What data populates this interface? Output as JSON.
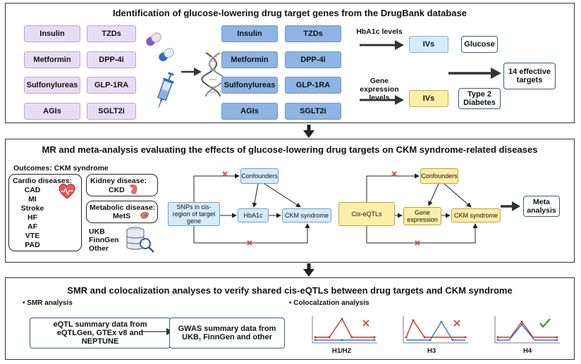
{
  "panel1": {
    "title": "Identification of glucose-lowering drug target genes from the DrugBank database",
    "drugs_col1": [
      "Insulin",
      "Metformin",
      "Sulfonylureas",
      "AGIs"
    ],
    "drugs_col2": [
      "TZDs",
      "DPP-4i",
      "GLP-1RA",
      "SGLT2i"
    ],
    "hba1c_label": "HbA1c levels",
    "gene_expr_label": "Gene expression levels",
    "ivs_top": "IVs",
    "ivs_bottom": "IVs",
    "glucose": "Glucose",
    "t2d": "Type 2 Diabetes",
    "effective": "14 effective targets",
    "icons": [
      "capsule-icon",
      "syringe-icon",
      "dna-icon"
    ],
    "colors": {
      "lavender": "#e7ddf3",
      "blue": "#8fb3e3",
      "iv_blue": "#d4ebfb",
      "iv_yellow": "#fbeea6"
    }
  },
  "panel2": {
    "title": "MR and meta-analysis evaluating the effects of glucose-lowering drug targets on CKM syndrome-related diseases",
    "outcomes_label": "Outcomes: CKM syndrome",
    "cardio_label": "Cardio diseases:",
    "cardio_items": [
      "CAD",
      "MI",
      "Stroke",
      "HF",
      "AF",
      "VTE",
      "PAD"
    ],
    "kidney_label": "Kidney disease:",
    "kidney_item": "CKD",
    "metabolic_label": "Metabolic disease:",
    "metabolic_item": "MetS",
    "sources": [
      "UKB",
      "FinnGen",
      "Other"
    ],
    "mr1": {
      "confounders": "Confounders",
      "snps": "SNPs in cis-region of target gene",
      "exposure": "HbA1c",
      "outcome": "CKM syndrome"
    },
    "mr2": {
      "confounders": "Confounders",
      "instrument": "Cis-eQTLs",
      "exposure": "Gene expression",
      "outcome": "CKM syndrome"
    },
    "meta": "Meta analysis",
    "icons": [
      "heart-icon",
      "kidney-icon",
      "liver-icon",
      "database-icon",
      "magnifier-icon",
      "cross-icon"
    ]
  },
  "panel3": {
    "title": "SMR and colocalization analyses to verify shared cis-eQTLs between drug targets and CKM syndrome",
    "smr_label": "SMR analysis",
    "coloc_label": "Colocalzation analysis",
    "eqtl_box": "eQTL summary data from eQTLGen, GTEx v8 and NEPTUNE",
    "gwas_box": "GWAS summary data from UKB, FinnGen and other",
    "hypotheses": [
      "H1/H2",
      "H3",
      "H4"
    ],
    "colors": {
      "red": "#c0392b",
      "blue": "#3a78c2",
      "check": "#3a9a3a"
    }
  }
}
